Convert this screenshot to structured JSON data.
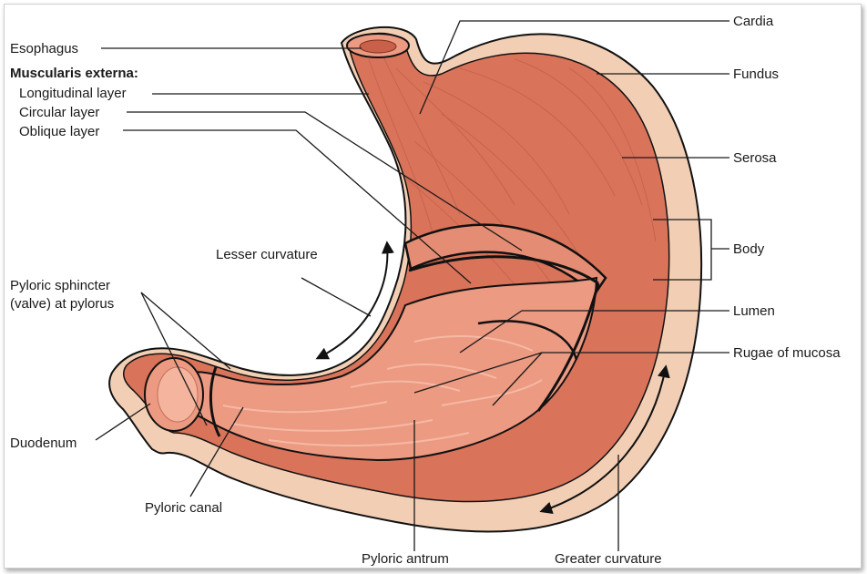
{
  "colors": {
    "serosa": "#f2cfb4",
    "muscle": "#d9735a",
    "muscle_light": "#e58d74",
    "mucosa": "#ec9a82",
    "outline": "#111111",
    "leader": "#1a1a1a"
  },
  "labels": {
    "esophagus": "Esophagus",
    "muscularis_externa": "Muscularis externa:",
    "longitudinal_layer": "Longitudinal layer",
    "circular_layer": "Circular layer",
    "oblique_layer": "Oblique layer",
    "lesser_curvature": "Lesser curvature",
    "pyloric_sphincter_1": "Pyloric sphincter",
    "pyloric_sphincter_2": "(valve) at pylorus",
    "duodenum": "Duodenum",
    "pyloric_canal": "Pyloric canal",
    "pyloric_antrum": "Pyloric antrum",
    "greater_curvature": "Greater curvature",
    "cardia": "Cardia",
    "fundus": "Fundus",
    "serosa": "Serosa",
    "body": "Body",
    "lumen": "Lumen",
    "rugae_of_mucosa": "Rugae of mucosa"
  }
}
